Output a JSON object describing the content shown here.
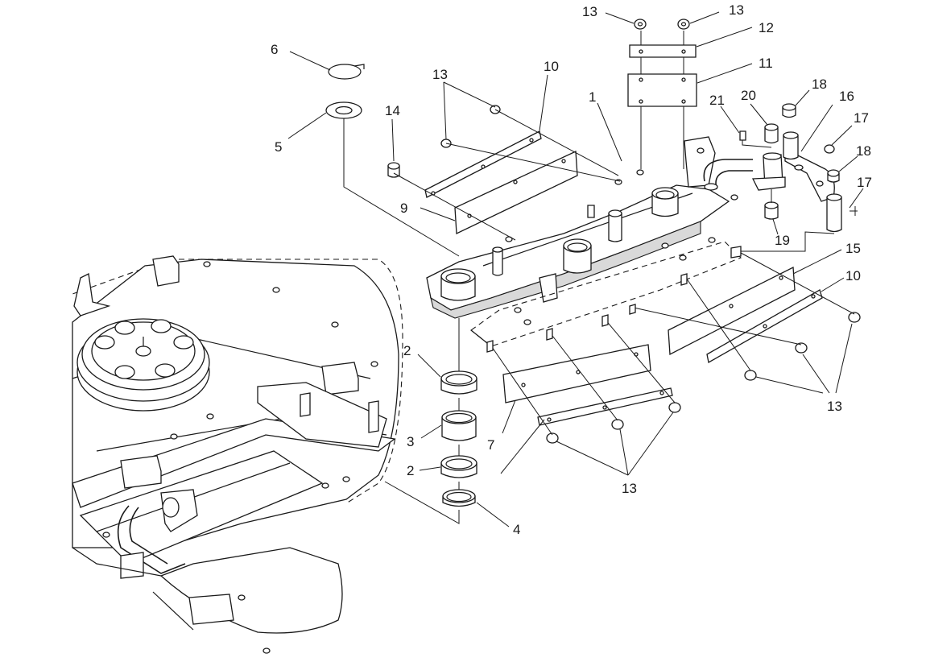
{
  "callouts": {
    "c1": "1",
    "c2a": "2",
    "c2b": "2",
    "c3": "3",
    "c4": "4",
    "c5": "5",
    "c6": "6",
    "c7": "7",
    "c9": "9",
    "c10a": "10",
    "c10b": "10",
    "c11": "11",
    "c12": "12",
    "c13a": "13",
    "c13b": "13",
    "c13c": "13",
    "c13d": "13",
    "c13e": "13",
    "c14": "14",
    "c15": "15",
    "c16": "16",
    "c17a": "17",
    "c17b": "17",
    "c18a": "18",
    "c18b": "18",
    "c19": "19",
    "c20": "20",
    "c21": "21"
  }
}
